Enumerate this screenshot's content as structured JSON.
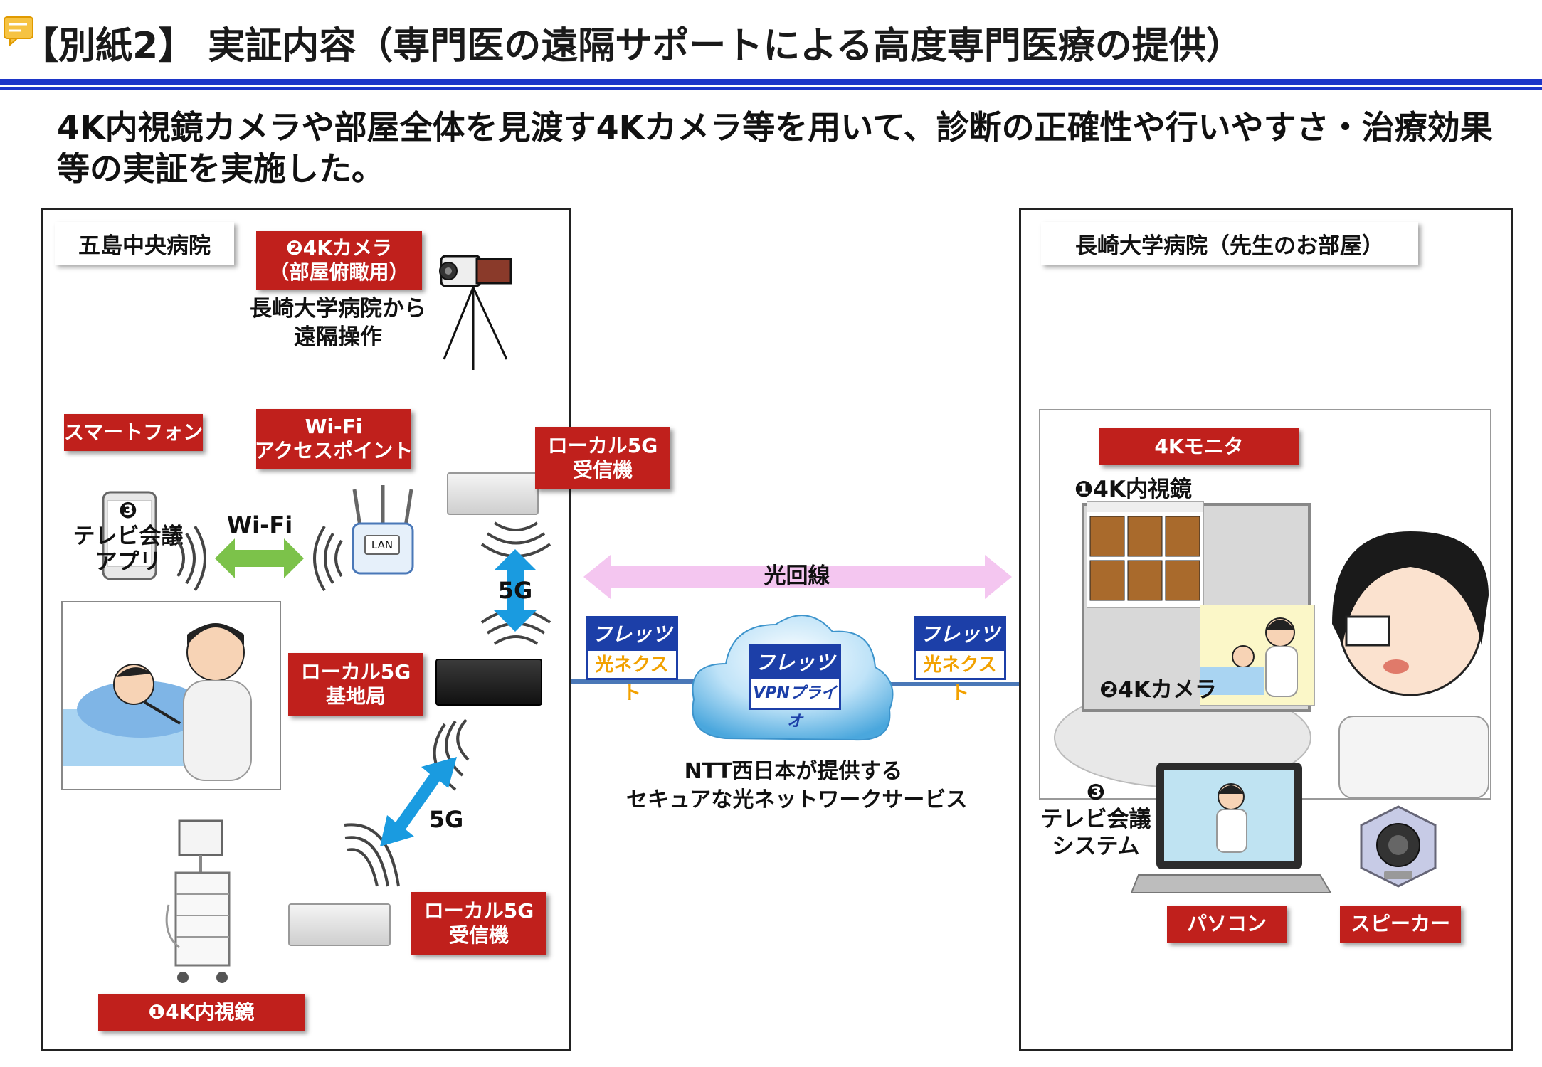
{
  "header": {
    "title": "【別紙2】 実証内容（専門医の遠隔サポートによる高度専門医療の提供）",
    "subtitle_line1": "4K内視鏡カメラや部屋全体を見渡す4Kカメラ等を用いて、診断の正確性や行いやすさ・治療効果",
    "subtitle_line2": "等の実証を実施した。"
  },
  "left_panel": {
    "title": "五島中央病院",
    "camera_label_line1": "❷4Kカメラ",
    "camera_label_line2": "（部屋俯瞰用）",
    "camera_note_line1": "長崎大学病院から",
    "camera_note_line2": "遠隔操作",
    "smartphone_label": "スマートフォン",
    "wifi_ap_label_line1": "Wi-Fi",
    "wifi_ap_label_line2": "アクセスポイント",
    "wifi_text": "Wi-Fi",
    "app_num": "❸",
    "app_line1": "テレビ会議",
    "app_line2": "アプリ",
    "lan_text": "LAN",
    "receiver_top_line1": "ローカル5G",
    "receiver_top_line2": "受信機",
    "fiveg_top": "5G",
    "base_label_line1": "ローカル5G",
    "base_label_line2": "基地局",
    "fiveg_bottom": "5G",
    "receiver_bottom_line1": "ローカル5G",
    "receiver_bottom_line2": "受信機",
    "endoscope_label": "❶4K内視鏡"
  },
  "network": {
    "fiber_label": "光回線",
    "flets_text": "フレッツ",
    "hikari_text": "光ネクスト",
    "vpn_text": "VPNプライオ",
    "ntt_line1": "NTT西日本が提供する",
    "ntt_line2": "セキュアな光ネットワークサービス"
  },
  "right_panel": {
    "title": "長崎大学病院（先生のお部屋）",
    "monitor_label": "4Kモニタ",
    "endoscope_view": "❶4K内視鏡",
    "camera_view": "❷4Kカメラ",
    "conf_num": "❸",
    "conf_line1": "テレビ会議",
    "conf_line2": "システム",
    "pc_label": "パソコン",
    "speaker_label": "スピーカー"
  },
  "colors": {
    "accent_blue": "#1c35c8",
    "label_red": "#c0201c",
    "wifi_green": "#7cc24a",
    "fiveg_blue": "#1a9be0",
    "fiber_pink": "#f4c6f0",
    "line_blue": "#4a78b8"
  }
}
